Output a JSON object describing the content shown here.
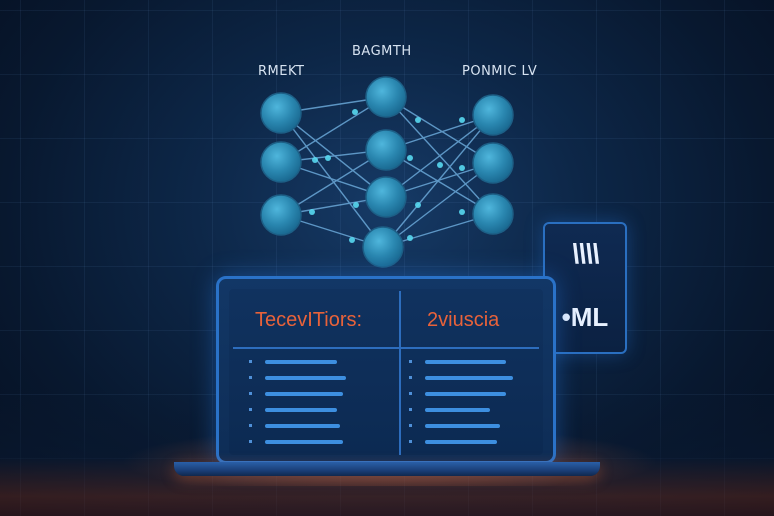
{
  "network": {
    "label_left": "RMEKT",
    "label_center": "BAGMTH",
    "label_right": "PONMIC LV"
  },
  "side_card": {
    "top_text": "\\\\\\\\",
    "bottom_text": "•ML"
  },
  "laptop": {
    "left_title": "TecevITiors:",
    "right_title": "2viuscia",
    "left_rows": [
      {
        "fill": 0.55
      },
      {
        "fill": 0.62
      },
      {
        "fill": 0.6
      },
      {
        "fill": 0.55
      },
      {
        "fill": 0.58
      },
      {
        "fill": 0.6
      }
    ],
    "right_rows": [
      {
        "fill": 0.62
      },
      {
        "fill": 0.68
      },
      {
        "fill": 0.62
      },
      {
        "fill": 0.5
      },
      {
        "fill": 0.58
      },
      {
        "fill": 0.55
      }
    ]
  },
  "colors": {
    "node": "#2e8fb8",
    "edge": "#6aa8d8",
    "accent_orange": "#e8623a",
    "bar_blue": "#3d8fe0"
  }
}
